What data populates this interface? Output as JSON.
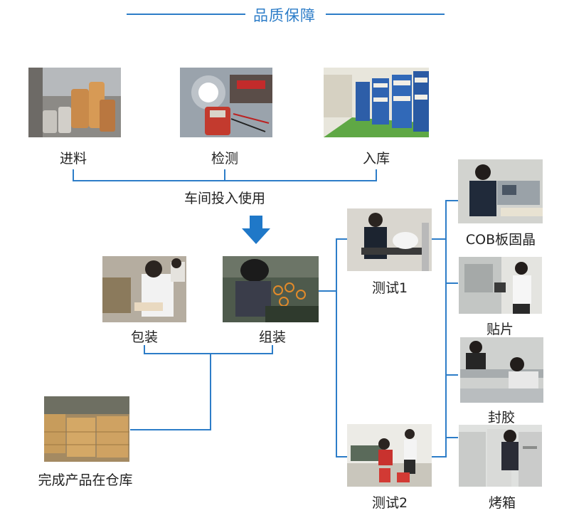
{
  "header": {
    "title": "品质保障"
  },
  "incoming": {
    "step1": "进料",
    "step2": "检测",
    "step3": "入库",
    "merge_label": "车间投入使用"
  },
  "assembly": {
    "pack": "包装",
    "assemble": "组装",
    "warehouse": "完成产品在仓库"
  },
  "process": {
    "test1": "测试1",
    "test2": "测试2",
    "cob": "COB板固晶",
    "paste": "贴片",
    "seal": "封胶",
    "oven": "烤箱"
  },
  "colors": {
    "accent": "#2d7dc8"
  },
  "icons": {
    "arrow": "down-arrow-icon"
  }
}
